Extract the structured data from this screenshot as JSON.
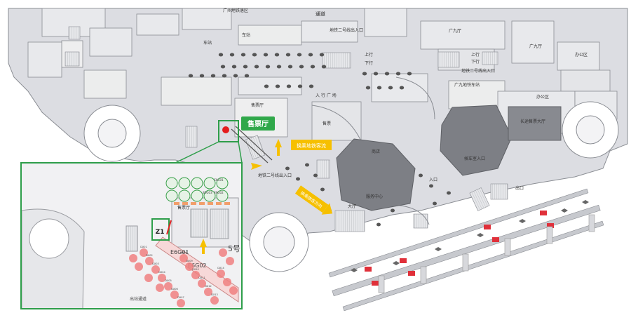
{
  "map": {
    "labels": {
      "guangjiu_stop_area": "广州地铁落区",
      "passage": "通道",
      "station": "车站",
      "guangjiu_hall": "广九厅",
      "guangjiu_hall_2": "广九厅",
      "metro_l2_top": "地铁二号线出入口",
      "up": "上行",
      "down": "下行",
      "up_right": "上行",
      "down_right": "下行",
      "metro_l2_right": "地铁二号线出入口",
      "plaza": "入 行 广 场",
      "guangjiu_metro": "广九地铁车站",
      "office": "办公区",
      "office_top": "办公区",
      "ticket_hall_header": "售票厅",
      "ticket_hall_callout": "售票厅",
      "west_building": "售票",
      "shop": "商店",
      "service": "服务中心",
      "metro_l2_middle": "地铁二号线出入口",
      "transfer_arrow_1": "换乘地铁客流",
      "transfer_arrow_2": "换乘旅客方向",
      "lobby": "大厅",
      "long_distance_hall": "长途售票大厅",
      "waiting_hall": "候车室入口",
      "entrance": "入口",
      "exit": "出口",
      "inset_ticket_hall": "售票厅",
      "inset_z1": "Z1",
      "inset_gate1": "E6G01",
      "inset_gate2": "E6G02",
      "inset_number": "5号",
      "inset_bottom": "出站通道"
    },
    "inset_circle_labels": [
      "E6G01",
      "E6G02",
      "E6G03",
      "E6G04",
      "E6G05",
      "E6G06"
    ],
    "inset_red_labels": [
      "DX01",
      "DX02",
      "DX03",
      "DX04",
      "DX05",
      "DX06",
      "DX07",
      "DX08",
      "DX09",
      "DX10",
      "DX11",
      "DX12",
      "DX13",
      "DX14"
    ],
    "colors": {
      "building": "#dcdde2",
      "wall": "#8a8d93",
      "dark_building": "#7d7f85",
      "highlight_green": "#2e9e4a",
      "callout_green": "#30a84a",
      "arrow_yellow": "#f6c000",
      "marker_red": "#e02020",
      "platform_red": "#e0303a",
      "platform_grey": "#b9bbc0",
      "pin_red": "#e41c1c",
      "circle_red": "#f08080"
    }
  }
}
